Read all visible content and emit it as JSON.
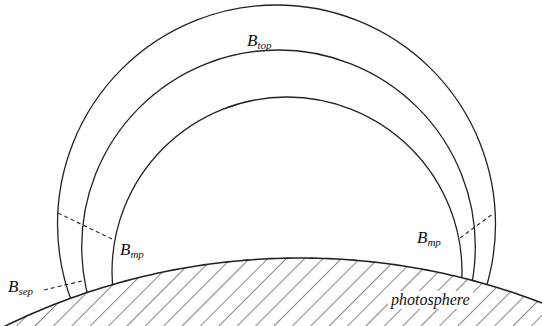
{
  "diagram": {
    "nodes": [
      {
        "text": [
          "photosphere"
        ]
      }
    ],
    "labels": [
      "Btop",
      "Bmp",
      "Bmp",
      "Bsep"
    ]
  }
}
